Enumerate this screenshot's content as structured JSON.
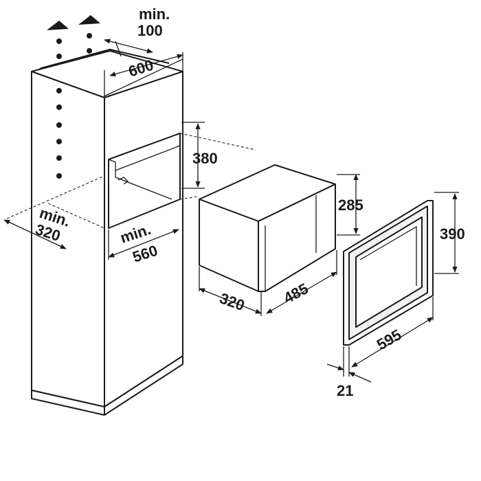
{
  "dimensions": {
    "top_min_label": "min.",
    "top_min_value": "100",
    "cabinet_width": "600",
    "niche_height": "380",
    "depth_min_label": "min.",
    "depth_min_value": "320",
    "niche_width_min_label": "min.",
    "niche_width_min_value": "560",
    "appliance_height": "285",
    "appliance_depth": "320",
    "appliance_width": "485",
    "frame_height": "390",
    "frame_width": "595",
    "frame_thickness": "21"
  }
}
